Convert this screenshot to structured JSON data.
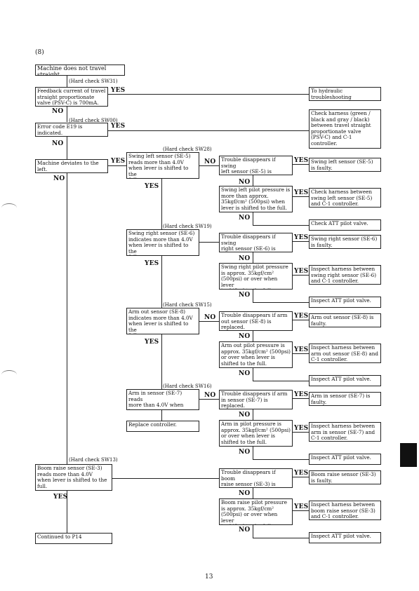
{
  "section": "(8)",
  "page_number": "13",
  "hard_checks": {
    "sw31": "(Hard check SW31)",
    "sw00": "(Hard check SW00)",
    "sw28": "(Hard check SW28)",
    "sw19": "(Hard check SW19)",
    "sw15": "(Hard check SW15)",
    "sw16": "(Hard check SW16)",
    "sw13": "(Hard check SW13)"
  },
  "yes": "YES",
  "no": "NO",
  "boxes": {
    "start": "Machine does not travel straight.",
    "feedback": "Feedback current of travel\nstraight proportionate\nvalve (PSV-C) is 700mA.",
    "hydraulic": "To hydraulic\ntroubleshooting",
    "error_code": "Error code E19 is\nindicated.",
    "check_harness": "Check harness (green /\nblack and gray / black)\nbetween travel straight\nproportionate valve\n(PSV-C) and C-1\ncontroller.",
    "deviates": "Machine deviates to the\nleft.",
    "swing_left_sensor": "Swing left sensor (SE-5)\nreads more than 4.0V\nwhen lever is shifted to the\nfull.",
    "trouble_swing_left": "Trouble disappears if swing\nleft sensor (SE-5) is\nreplaced.",
    "swing_left_faulty": "Swing left sensor (SE-5)\nis faulty.",
    "swing_left_pilot": "Swing left pilot pressure is\nmore than approx.\n35kgf/cm² (500psi) when\nlever is shifted to the full.",
    "check_harness_swing_left": "Check harness between\nswing left sensor (SE-5)\nand C-1 controller.",
    "check_att_1": "Check ATT pilot valve.",
    "swing_right_sensor": "Swing right sensor (SE-6)\nindicates more than 4.0V\nwhen lever is shifted to the\nfull.",
    "trouble_swing_right": "Trouble disappears if swing\nright sensor (SE-6) is\nreplaced.",
    "swing_right_faulty": "Swing right sensor (SE-6)\nis faulty.",
    "swing_right_pilot": "Swing right pilot pressure\nis approx. 35kgf/cm²\n(500psi) or over when lever\nis shifted to the full.",
    "inspect_harness_swing_right": "Inspect harness between\nswing right sensor (SE-6)\nand C-1 controller.",
    "inspect_att_1": "Inspect ATT pilot valve.",
    "arm_out_sensor": "Arm out sensor (SE-8)\nindicates more than 4.0V\nwhen lever is shifted to the\nfull.",
    "trouble_arm_out": "Trouble disappears if arm\nout sensor (SE-8) is\nreplaced.",
    "arm_out_faulty": "Arm out sensor (SE-8) is\nfaulty.",
    "arm_out_pilot": "Arm out pilot pressure is\napprox. 35kgf/cm² (500psi)\nor over when lever is\nshifted to the full.",
    "inspect_harness_arm_out": "Inspect harness between\narm out sensor (SE-8) and\nC-1 controller.",
    "inspect_att_2": "Inspect ATT pilot valve.",
    "arm_in_sensor": "Arm in sensor (SE-7) reads\nmore than 4.0V when lever\nis shifted to the full.",
    "trouble_arm_in": "Trouble disappears if arm\nin sensor (SE-7) is\nreplaced.",
    "arm_in_faulty": "Arm in sensor (SE-7) is\nfaulty.",
    "replace_controller": "Replace controller.",
    "arm_in_pilot": "Arm in pilot pressure is\napprox. 35kgf/cm² (500psi)\nor over when lever is\nshifted to the full.",
    "inspect_harness_arm_in": "Inspect harness between\narm in sensor (SE-7) and\nC-1 controller.",
    "inspect_att_3": "Inspect ATT pilot valve.",
    "boom_raise_sensor": "Boom raise sensor (SE-3)\nreads more than 4.0V\nwhen lever is shifted to the\nfull.",
    "trouble_boom_raise": "Trouble disappears if boom\nraise sensor (SE-3) is\nreplaced.",
    "boom_raise_faulty": "Boom raise sensor (SE-3)\nis faulty.",
    "boom_raise_pilot": "Boom raise pilot pressure\nis approx. 35kgf/cm²\n(500psi) or over when lever\nis shifted to the full.",
    "inspect_harness_boom": "Inspect harness between\nboom raise sensor (SE-3)\nand C-1 controller.",
    "inspect_att_4": "Inspect ATT pilot valve.",
    "continued": "Continued to P14"
  }
}
